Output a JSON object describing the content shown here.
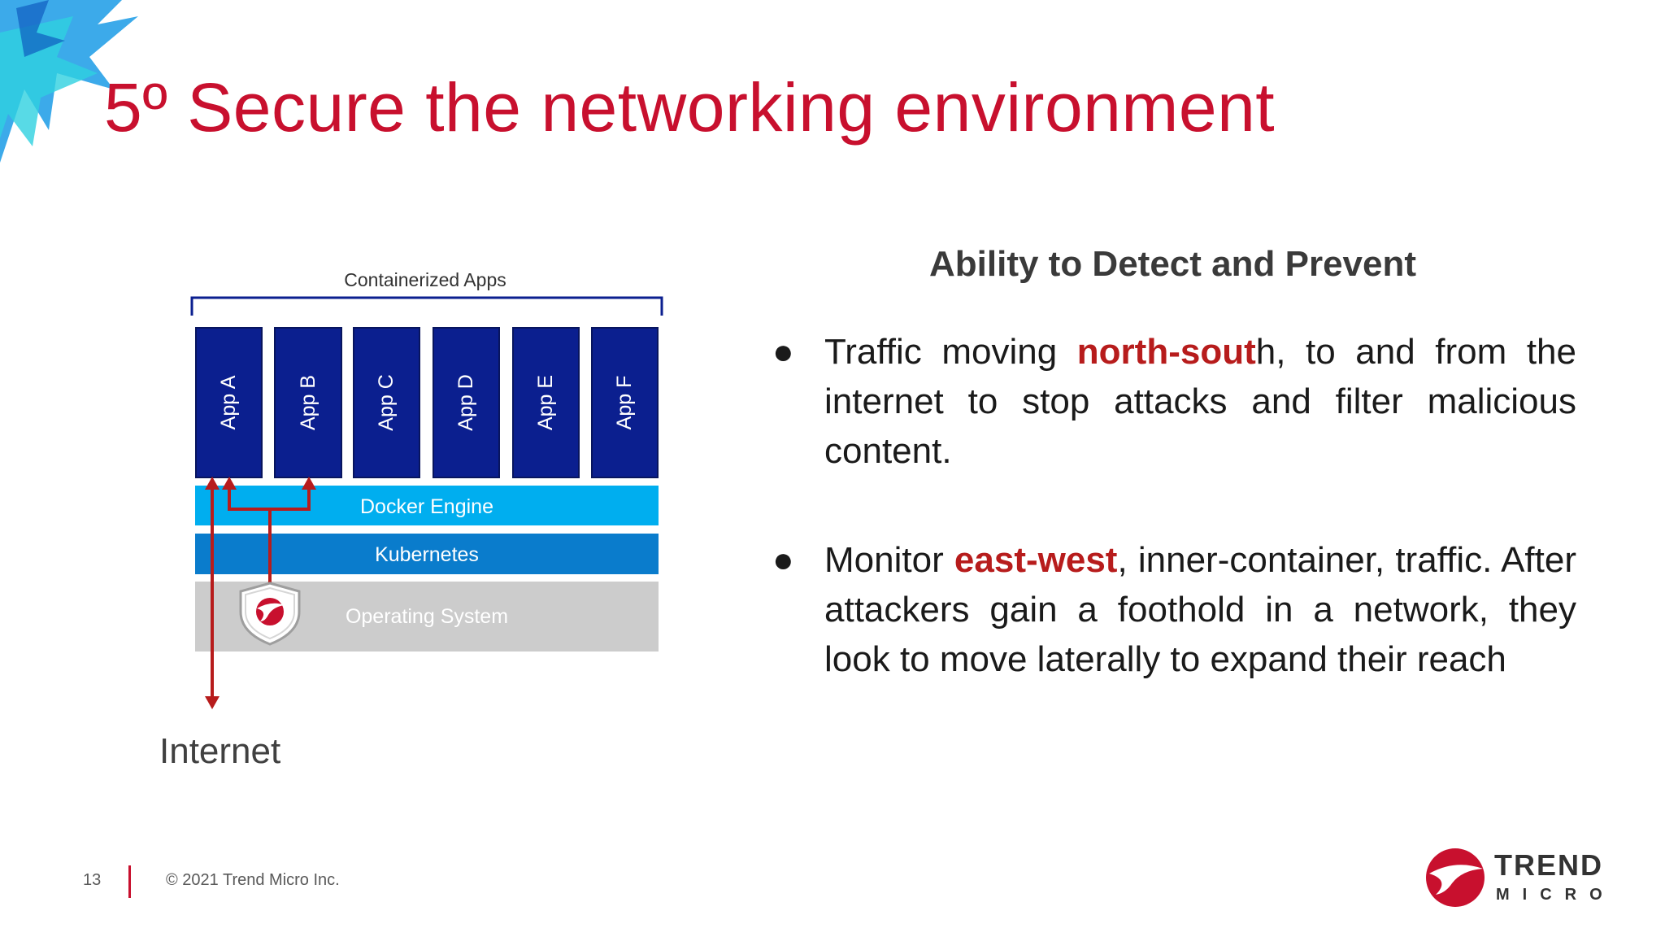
{
  "slide": {
    "title": "5º Secure the networking environment",
    "page_number": "13",
    "copyright": "© 2021 Trend Micro Inc."
  },
  "diagram": {
    "bracket_label": "Containerized Apps",
    "apps": [
      "App A",
      "App B",
      "App C",
      "App D",
      "App E",
      "App F"
    ],
    "layers": [
      "Docker Engine",
      "Kubernetes",
      "Operating System"
    ],
    "internet_label": "Internet",
    "colors": {
      "app": "#0b1f8f",
      "docker": "#00aeef",
      "kubernetes": "#0a7ccc",
      "os": "#cccccc",
      "arrow": "#b71c1c",
      "bracket": "#0b1f8f"
    }
  },
  "content": {
    "heading": "Ability to Detect and Prevent",
    "bullets": [
      {
        "pre": "Traffic moving ",
        "highlight": "north-sout",
        "post": "h, to and from the internet to stop attacks and filter malicious content."
      },
      {
        "pre": "Monitor ",
        "highlight": "east-west",
        "post": ", inner-container, traffic. After attackers gain a foothold in a network, they look to move laterally to expand their reach"
      }
    ],
    "bullet_glyph": "●"
  },
  "logo": {
    "line1": "TREND",
    "line2": "MICRO",
    "icon": "trend-micro-ball-icon",
    "color": "#c8102e"
  },
  "shield": {
    "icon": "trend-micro-shield-icon"
  }
}
